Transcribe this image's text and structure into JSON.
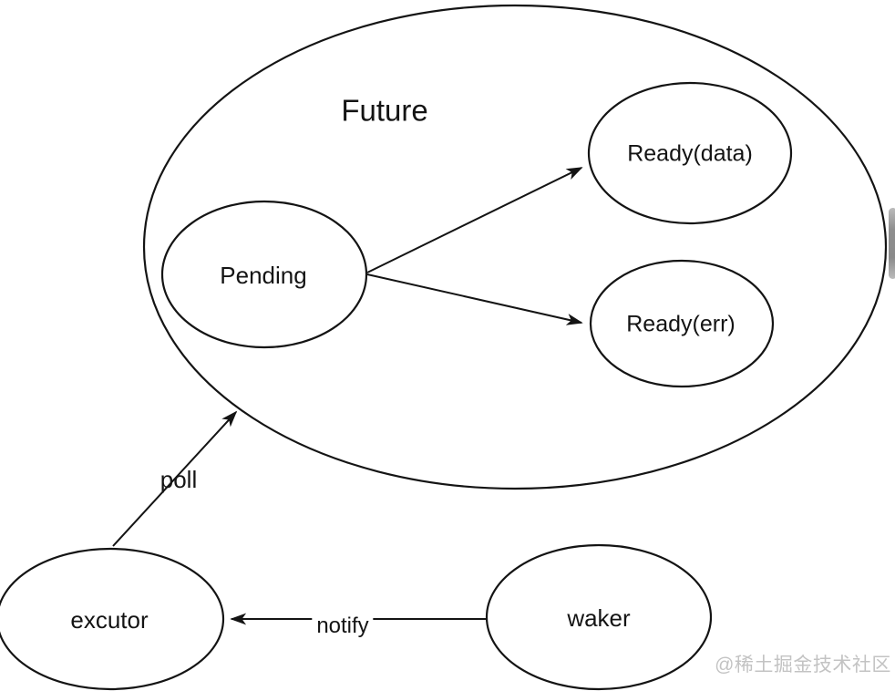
{
  "diagram": {
    "title": "Future",
    "nodes": [
      {
        "id": "pending",
        "label": "Pending"
      },
      {
        "id": "ready-data",
        "label": "Ready(data)"
      },
      {
        "id": "ready-err",
        "label": "Ready(err)"
      },
      {
        "id": "excutor",
        "label": "excutor"
      },
      {
        "id": "waker",
        "label": "waker"
      }
    ],
    "edges": [
      {
        "from": "pending",
        "to": "ready-data",
        "label": ""
      },
      {
        "from": "pending",
        "to": "ready-err",
        "label": ""
      },
      {
        "from": "excutor",
        "to": "future",
        "label": "poll"
      },
      {
        "from": "waker",
        "to": "excutor",
        "label": "notify"
      }
    ],
    "colors": {
      "stroke": "#141414",
      "text": "#141414",
      "background": "#ffffff",
      "watermark": "#c3c3c3",
      "scrollbar_thumb": "#8e8e8e"
    }
  },
  "watermark": {
    "text": "@稀土掘金技术社区"
  }
}
